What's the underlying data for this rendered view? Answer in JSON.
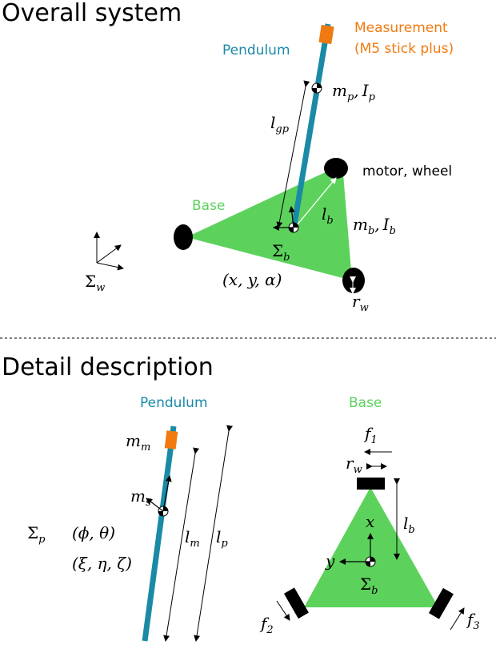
{
  "colors": {
    "pendulum": "#1a8aa6",
    "measurement": "#f07a10",
    "base": "#5cd25c",
    "black": "#000000"
  },
  "overall": {
    "section_title": "Overall system",
    "measurement_label_1": "Measurement",
    "measurement_label_2": "(M5 stick plus)",
    "pendulum_label": "Pendulum",
    "base_label": "Base",
    "motor_wheel_label": "motor, wheel",
    "mp": "m",
    "mp_sub": "p",
    "Ip": "I",
    "Ip_sub": "p",
    "lgp": "l",
    "lgp_sub": "gp",
    "lb": "l",
    "lb_sub": "b",
    "mb": "m",
    "mb_sub": "b",
    "Ib": "I",
    "Ib_sub": "b",
    "sigma_b": "Σ",
    "sigma_b_sub": "b",
    "state": "(x, y, α)",
    "rw": "r",
    "rw_sub": "w",
    "sigma_w": "Σ",
    "sigma_w_sub": "w",
    "comma": ","
  },
  "detail": {
    "section_title": "Detail description",
    "pendulum_label": "Pendulum",
    "base_label": "Base",
    "mm": "m",
    "mm_sub": "m",
    "ms": "m",
    "ms_sub": "s",
    "sigma_p": "Σ",
    "sigma_p_sub": "p",
    "angles": "(ϕ, θ)",
    "coords": "(ξ, η, ζ)",
    "lm": "l",
    "lm_sub": "m",
    "lp": "l",
    "lp_sub": "p",
    "f1": "f",
    "f1_sub": "1",
    "rw": "r",
    "rw_sub": "w",
    "lb": "l",
    "lb_sub": "b",
    "x": "x",
    "y": "y",
    "sigma_b": "Σ",
    "sigma_b_sub": "b",
    "f2": "f",
    "f2_sub": "2",
    "f3": "f",
    "f3_sub": "3"
  }
}
